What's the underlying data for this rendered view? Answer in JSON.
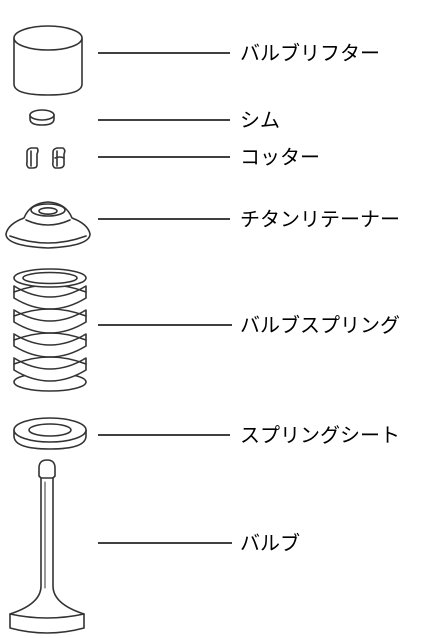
{
  "colors": {
    "stroke": "#333333",
    "fill": "#ffffff",
    "text": "#000000"
  },
  "parts": [
    {
      "id": "valve-lifter",
      "label": "バルブリフター",
      "icon": "valve-lifter-icon"
    },
    {
      "id": "shim",
      "label": "シム",
      "icon": "shim-icon"
    },
    {
      "id": "cotter",
      "label": "コッター",
      "icon": "cotter-icon"
    },
    {
      "id": "titanium-retainer",
      "label": "チタンリテーナー",
      "icon": "titanium-retainer-icon"
    },
    {
      "id": "valve-spring",
      "label": "バルブスプリング",
      "icon": "valve-spring-icon"
    },
    {
      "id": "spring-seat",
      "label": "スプリングシート",
      "icon": "spring-seat-icon"
    },
    {
      "id": "valve",
      "label": "バルブ",
      "icon": "valve-icon"
    }
  ]
}
